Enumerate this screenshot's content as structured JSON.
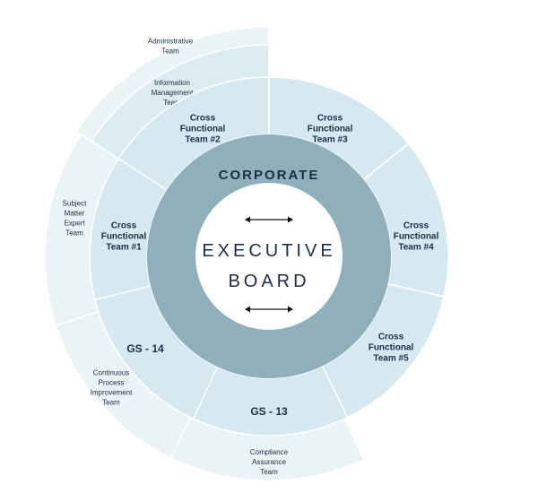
{
  "colors": {
    "outer_ring": "#eaf3f6",
    "outer_ring_deep": "#dcecf1",
    "middle_ring": "#d6e8f0",
    "corporate_ring": "#8fb0ba",
    "center": "#ffffff",
    "text": "#1c2e45",
    "divider": "#ffffff"
  },
  "center": {
    "line1": "EXECUTIVE",
    "line2": "BOARD",
    "arrow_icon": "double-arrow-icon"
  },
  "corporate": {
    "label": "CORPORATE"
  },
  "middle_segments": [
    {
      "lines": [
        "Cross",
        "Functional",
        "Team #2"
      ]
    },
    {
      "lines": [
        "Cross",
        "Functional",
        "Team #3"
      ]
    },
    {
      "lines": [
        "Cross",
        "Functional",
        "Team #4"
      ]
    },
    {
      "lines": [
        "Cross",
        "Functional",
        "Team #5"
      ]
    },
    {
      "lines": [
        "GS - 13"
      ]
    },
    {
      "lines": [
        "GS - 14"
      ]
    },
    {
      "lines": [
        "Cross",
        "Functional",
        "Team #1"
      ]
    }
  ],
  "outer_segments": [
    {
      "lines": [
        "Administrative",
        "Team"
      ]
    },
    {
      "lines": [
        "Information",
        "Management",
        "Team"
      ]
    },
    {
      "lines": [
        "Subject",
        "Matter",
        "Expert",
        "Team"
      ]
    },
    {
      "lines": [
        "Continuous",
        "Process",
        "Improvement",
        "Team"
      ]
    },
    {
      "lines": [
        "Compliance",
        "Assurance",
        "Team"
      ]
    }
  ]
}
